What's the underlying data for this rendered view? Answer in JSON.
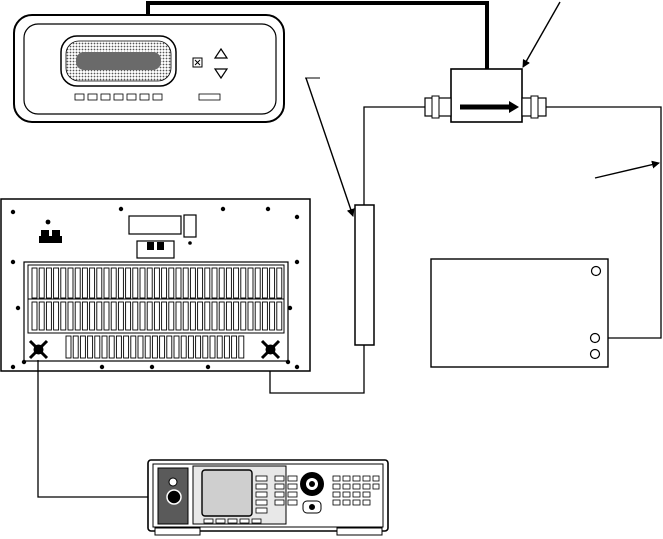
{
  "diagram": {
    "type": "test-equipment-setup-schematic",
    "components": [
      "power-meter",
      "power-sensor",
      "directional-coupler",
      "amplifier-chassis",
      "rf-load",
      "signal-generator"
    ],
    "connections": [
      "power-meter-to-sensor-cable",
      "sensor-to-coupler-cable",
      "coupler-to-amplifier-output-cable",
      "coupler-to-load-cable",
      "amplifier-input-to-generator-cable"
    ],
    "callouts": [
      "sensor-callout-arrow",
      "coupler-callout-arrow",
      "load-cable-callout-arrow"
    ],
    "colors": {
      "line": "#000000",
      "background": "#ffffff",
      "display_fill": "#6a6a6a",
      "generator_screen": "#cfcfcf",
      "generator_panel": "#5a5a5a"
    }
  }
}
